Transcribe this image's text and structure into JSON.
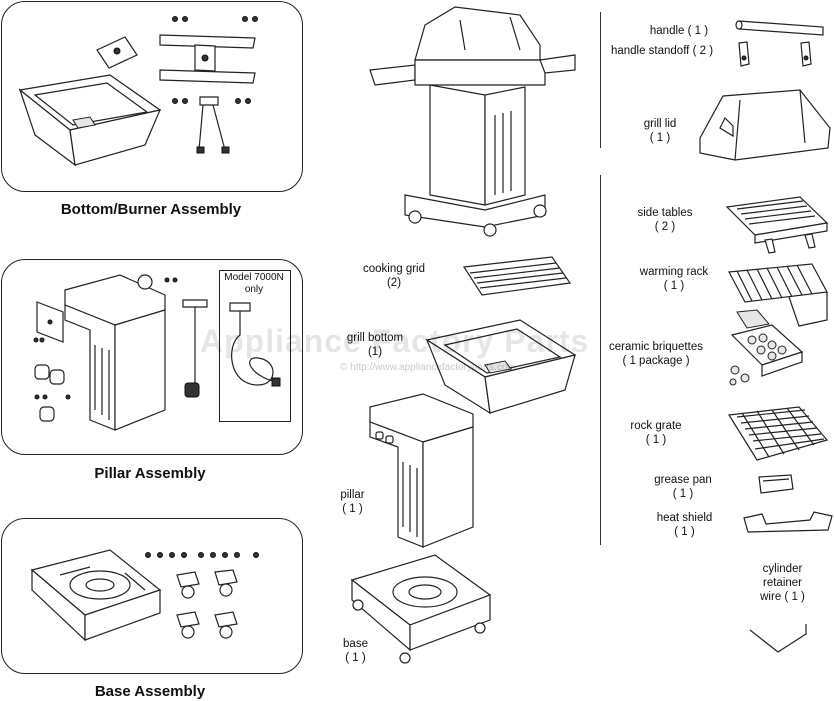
{
  "panels": {
    "bottom_burner": {
      "title": "Bottom/Burner Assembly"
    },
    "pillar": {
      "title": "Pillar Assembly",
      "model_note_line1": "Model 7000N",
      "model_note_line2": "only"
    },
    "base": {
      "title": "Base Assembly"
    }
  },
  "parts": {
    "handle": {
      "name": "handle",
      "qty": "( 1 )"
    },
    "handle_standoff": {
      "name": "handle standoff",
      "qty": "( 2 )"
    },
    "grill_lid": {
      "name": "grill lid",
      "qty": "( 1 )"
    },
    "side_tables": {
      "name": "side tables",
      "qty": "( 2 )"
    },
    "warming_rack": {
      "name": "warming rack",
      "qty": "( 1 )"
    },
    "ceramic_briquettes": {
      "name": "ceramic briquettes",
      "qty": "( 1 package )"
    },
    "rock_grate": {
      "name": "rock grate",
      "qty": "( 1 )"
    },
    "grease_pan": {
      "name": "grease pan",
      "qty": "( 1 )"
    },
    "heat_shield": {
      "name": "heat shield",
      "qty": "( 1 )"
    },
    "cylinder_retainer_wire": {
      "name_line1": "cylinder",
      "name_line2": "retainer",
      "name_line3": "wire",
      "qty": "( 1 )"
    },
    "cooking_grid": {
      "name": "cooking grid",
      "qty": "(2)"
    },
    "grill_bottom": {
      "name": "grill bottom",
      "qty": "(1)"
    },
    "pillar": {
      "name": "pillar",
      "qty": "( 1 )"
    },
    "base": {
      "name": "base",
      "qty": "( 1 )"
    }
  },
  "watermark": {
    "text": "Appliance Factory Parts",
    "url": "© http://www.appliancefactoryparts.com"
  }
}
